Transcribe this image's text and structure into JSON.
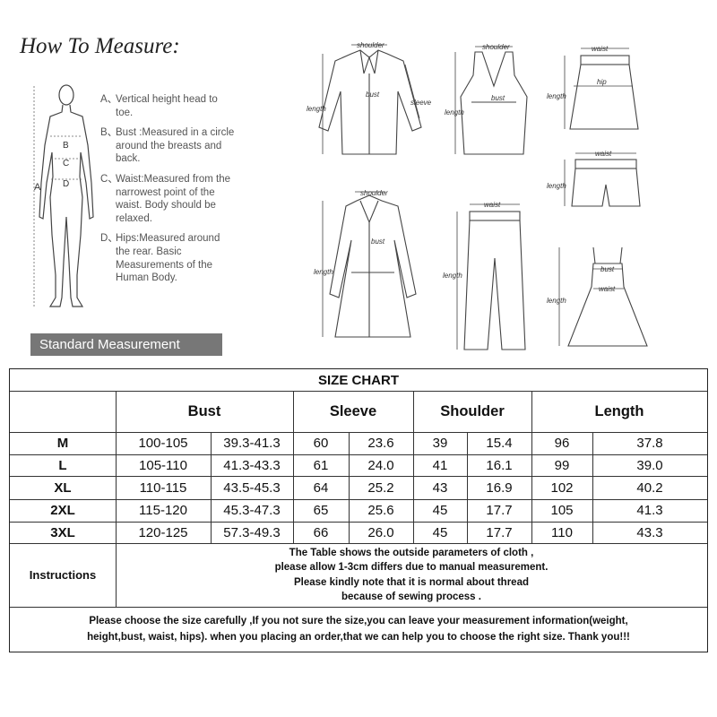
{
  "guide": {
    "title": "How To Measure:",
    "items": [
      {
        "letter": "A、",
        "text": "Vertical height head to toe."
      },
      {
        "letter": "B、",
        "text": "Bust :Measured in a circle around the breasts and back."
      },
      {
        "letter": "C、",
        "text": "Waist:Measured from the narrowest point of the waist. Body should be relaxed."
      },
      {
        "letter": "D、",
        "text": "Hips:Measured around the rear. Basic Measurements of the Human Body."
      }
    ],
    "figure_letters": {
      "a": "A",
      "b": "B",
      "c": "C",
      "d": "D"
    },
    "standard_label": "Standard Measurement"
  },
  "garments": {
    "shirt": {
      "shoulder": "shoulder",
      "bust": "bust",
      "sleeve": "sleeve",
      "length": "length"
    },
    "vest": {
      "shoulder": "shoulder",
      "bust": "bust",
      "length": "length"
    },
    "skirt": {
      "waist": "waist",
      "hip": "hip",
      "length": "length"
    },
    "shorts": {
      "waist": "waist",
      "length": "length"
    },
    "coat": {
      "shoulder": "shoulder",
      "bust": "bust",
      "length": "length"
    },
    "pants": {
      "waist": "waist",
      "length": "length"
    },
    "dress": {
      "bust": "bust",
      "waist": "waist",
      "length": "length"
    }
  },
  "size_chart": {
    "title": "SIZE CHART",
    "headers": [
      "Bust",
      "Sleeve",
      "Shoulder",
      "Length"
    ],
    "rows": [
      {
        "size": "M",
        "values": [
          "100-105",
          "39.3-41.3",
          "60",
          "23.6",
          "39",
          "15.4",
          "96",
          "37.8"
        ]
      },
      {
        "size": "L",
        "values": [
          "105-110",
          "41.3-43.3",
          "61",
          "24.0",
          "41",
          "16.1",
          "99",
          "39.0"
        ]
      },
      {
        "size": "XL",
        "values": [
          "110-115",
          "43.5-45.3",
          "64",
          "25.2",
          "43",
          "16.9",
          "102",
          "40.2"
        ]
      },
      {
        "size": "2XL",
        "values": [
          "115-120",
          "45.3-47.3",
          "65",
          "25.6",
          "45",
          "17.7",
          "105",
          "41.3"
        ]
      },
      {
        "size": "3XL",
        "values": [
          "120-125",
          "57.3-49.3",
          "66",
          "26.0",
          "45",
          "17.7",
          "110",
          "43.3"
        ]
      }
    ],
    "instructions_label": "Instructions",
    "instructions_lines": [
      "The Table shows the outside parameters of cloth ,",
      "please allow 1-3cm differs due to manual measurement.",
      "Please kindly note that it is normal about thread",
      "because of sewing process ."
    ],
    "note_lines": [
      "Please choose the size carefully ,If you not sure the size,you can leave your measurement information(weight,",
      "height,bust, waist, hips). when you placing an order,that we can help you to choose the right size. Thank you!!!"
    ]
  }
}
